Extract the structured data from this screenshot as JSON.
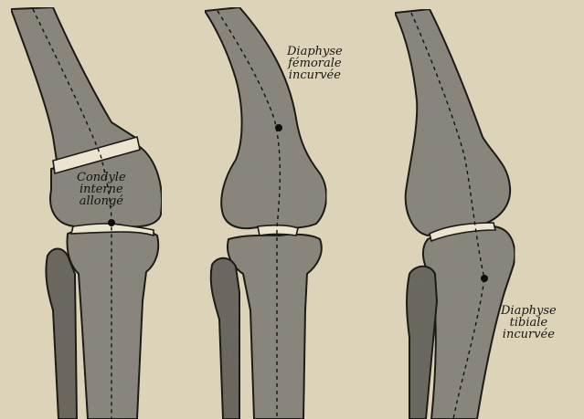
{
  "figure": {
    "labels": {
      "condyle": [
        "Condyle",
        "interne",
        "allongé"
      ],
      "femoral_diaphysis": [
        "Diaphyse",
        "fémorale",
        "incurvée"
      ],
      "tibial_diaphysis": [
        "Diaphyse",
        "tibiale",
        "incurvée"
      ]
    },
    "colors": {
      "paper": "#ddd3b8",
      "bone": "#8e8b81",
      "outline": "#1d1b17",
      "cartilage": "#ebe4cf"
    }
  }
}
